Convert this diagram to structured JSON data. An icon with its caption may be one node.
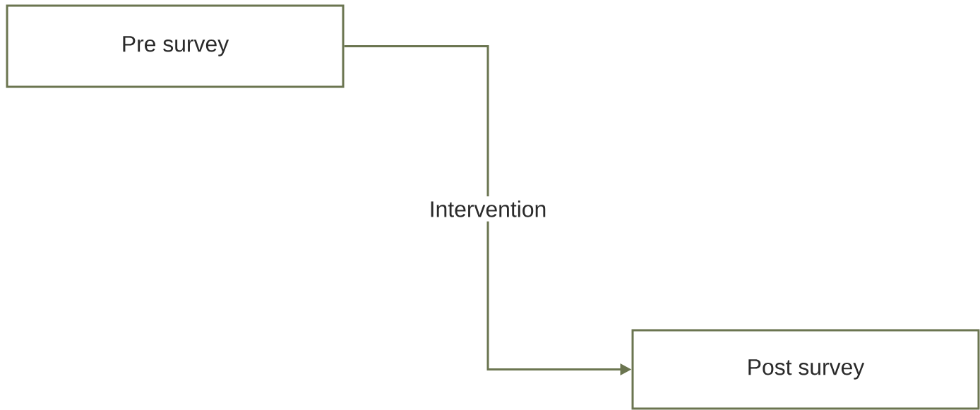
{
  "diagram": {
    "nodes": [
      {
        "text": [
          "Pre survey"
        ]
      },
      {
        "text": [
          "Post survey"
        ]
      }
    ],
    "edges": [
      {
        "from": 0,
        "to": 1,
        "arrow": "to",
        "label": "Intervention"
      }
    ]
  }
}
